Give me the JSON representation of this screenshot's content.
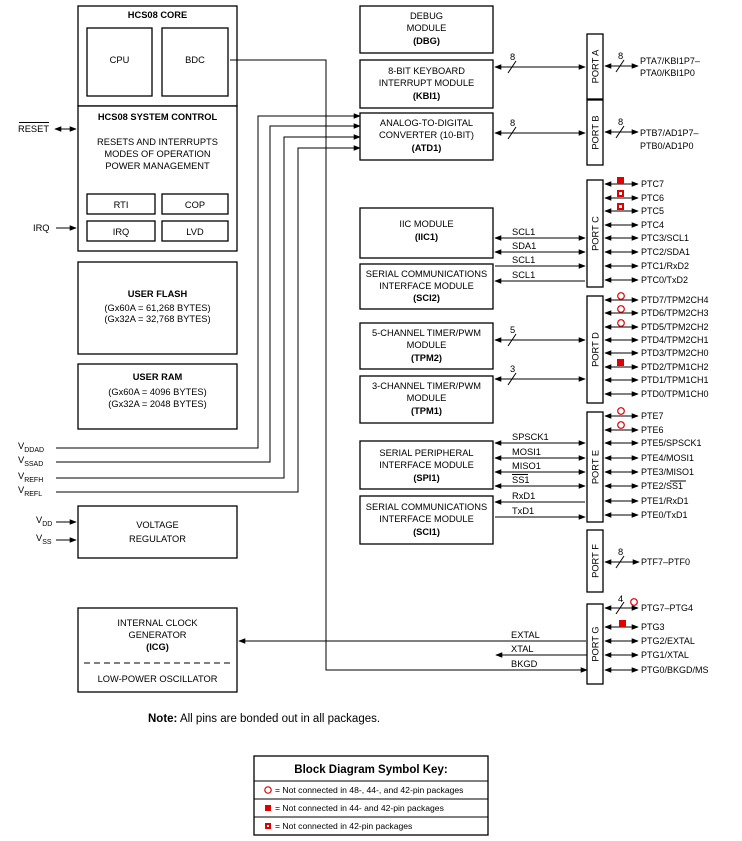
{
  "core": {
    "title": "HCS08 CORE",
    "cpu": "CPU",
    "bdc": "BDC"
  },
  "sysctl": {
    "title": "HCS08 SYSTEM CONTROL",
    "line1": "RESETS AND INTERRUPTS",
    "line2": "MODES OF OPERATION",
    "line3": "POWER MANAGEMENT",
    "rti": "RTI",
    "cop": "COP",
    "irq": "IRQ",
    "lvd": "LVD"
  },
  "left": {
    "reset": "RESET",
    "irq": "IRQ",
    "vdd": "V",
    "vdd_sub": "DD",
    "vss": "V",
    "vss_sub": "SS",
    "vddad": "V",
    "vddad_sub": "DDAD",
    "vssad": "V",
    "vssad_sub": "SSAD",
    "vrefh": "V",
    "vrefh_sub": "REFH",
    "vrefl": "V",
    "vrefl_sub": "REFL"
  },
  "flash": {
    "title": "USER FLASH",
    "line1": "(Gx60A = 61,268 BYTES)",
    "line2": "(Gx32A = 32,768 BYTES)"
  },
  "ram": {
    "title": "USER RAM",
    "line1": "(Gx60A = 4096 BYTES)",
    "line2": "(Gx32A = 2048 BYTES)"
  },
  "vreg": {
    "line1": "VOLTAGE",
    "line2": "REGULATOR"
  },
  "icg": {
    "line1": "INTERNAL CLOCK",
    "line2": "GENERATOR",
    "abbr": "(ICG)",
    "line3": "LOW-POWER OSCILLATOR"
  },
  "modules": {
    "dbg": {
      "line1": "DEBUG",
      "line2": "MODULE",
      "abbr": "(DBG)"
    },
    "kbi": {
      "line1": "8-BIT KEYBOARD",
      "line2": "INTERRUPT MODULE",
      "abbr": "(KBI1)"
    },
    "atd": {
      "line1": "ANALOG-TO-DIGITAL",
      "line2": "CONVERTER (10-BIT)",
      "abbr": "(ATD1)"
    },
    "iic": {
      "line1": "IIC MODULE",
      "abbr": "(IIC1)"
    },
    "sci2": {
      "line1": "SERIAL COMMUNICATIONS",
      "line2": "INTERFACE MODULE",
      "abbr": "(SCI2)"
    },
    "tpm2": {
      "line1": "5-CHANNEL TIMER/PWM",
      "line2": "MODULE",
      "abbr": "(TPM2)"
    },
    "tpm1": {
      "line1": "3-CHANNEL TIMER/PWM",
      "line2": "MODULE",
      "abbr": "(TPM1)"
    },
    "spi": {
      "line1": "SERIAL PERIPHERAL",
      "line2": "INTERFACE MODULE",
      "abbr": "(SPI1)"
    },
    "sci1": {
      "line1": "SERIAL COMMUNICATIONS",
      "line2": "INTERFACE MODULE",
      "abbr": "(SCI1)"
    }
  },
  "signals": {
    "scl1a": "SCL1",
    "sda1": "SDA1",
    "scl1b": "SCL1",
    "scl1c": "SCL1",
    "bus5": "5",
    "bus3": "3",
    "bus8a": "8",
    "bus8b": "8",
    "bus8c": "8",
    "bus8d": "8",
    "bus8e": "8",
    "bus4": "4",
    "spsck1": "SPSCK1",
    "mosi1": "MOSI1",
    "miso1": "MISO1",
    "ss1": "SS1",
    "rxd1": "RxD1",
    "txd1": "TxD1",
    "extal": "EXTAL",
    "xtal": "XTAL",
    "bkgd": "BKGD"
  },
  "ports": {
    "a": "PORT A",
    "b": "PORT B",
    "c": "PORT C",
    "d": "PORT D",
    "e": "PORT E",
    "f": "PORT F",
    "g": "PORT G"
  },
  "pins": {
    "pta": [
      "PTA7/KBI1P7–",
      "PTA0/KBI1P0"
    ],
    "ptb": [
      "PTB7/AD1P7–",
      "PTB0/AD1P0"
    ],
    "ptc": [
      "PTC7",
      "PTC6",
      "PTC5",
      "PTC4",
      "PTC3/SCL1",
      "PTC2/SDA1",
      "PTC1/RxD2",
      "PTC0/TxD2"
    ],
    "ptd": [
      "PTD7/TPM2CH4",
      "PTD6/TPM2CH3",
      "PTD5/TPM2CH2",
      "PTD4/TPM2CH1",
      "PTD3/TPM2CH0",
      "PTD2/TPM1CH2",
      "PTD1/TPM1CH1",
      "PTD0/TPM1CH0"
    ],
    "pte": [
      "PTE7",
      "PTE6",
      "PTE5/SPSCK1",
      "PTE4/MOSI1",
      "PTE3/MISO1",
      "PTE2/SS1",
      "PTE1/RxD1",
      "PTE0/TxD1"
    ],
    "ptf": "PTF7–PTF0",
    "ptg": [
      "PTG7–PTG4",
      "PTG3",
      "PTG2/EXTAL",
      "PTG1/XTAL",
      "PTG0/BKGD/MS"
    ]
  },
  "note": {
    "label": "Note:",
    "text": " All pins are bonded out in all packages."
  },
  "key": {
    "title": "Block Diagram Symbol Key:",
    "item1": "= Not connected in 48-, 44-, and 42-pin packages",
    "item2": "= Not connected in 44- and 42-pin packages",
    "item3": "= Not connected in 42-pin packages"
  },
  "colors": {
    "marker": "#e00000"
  }
}
